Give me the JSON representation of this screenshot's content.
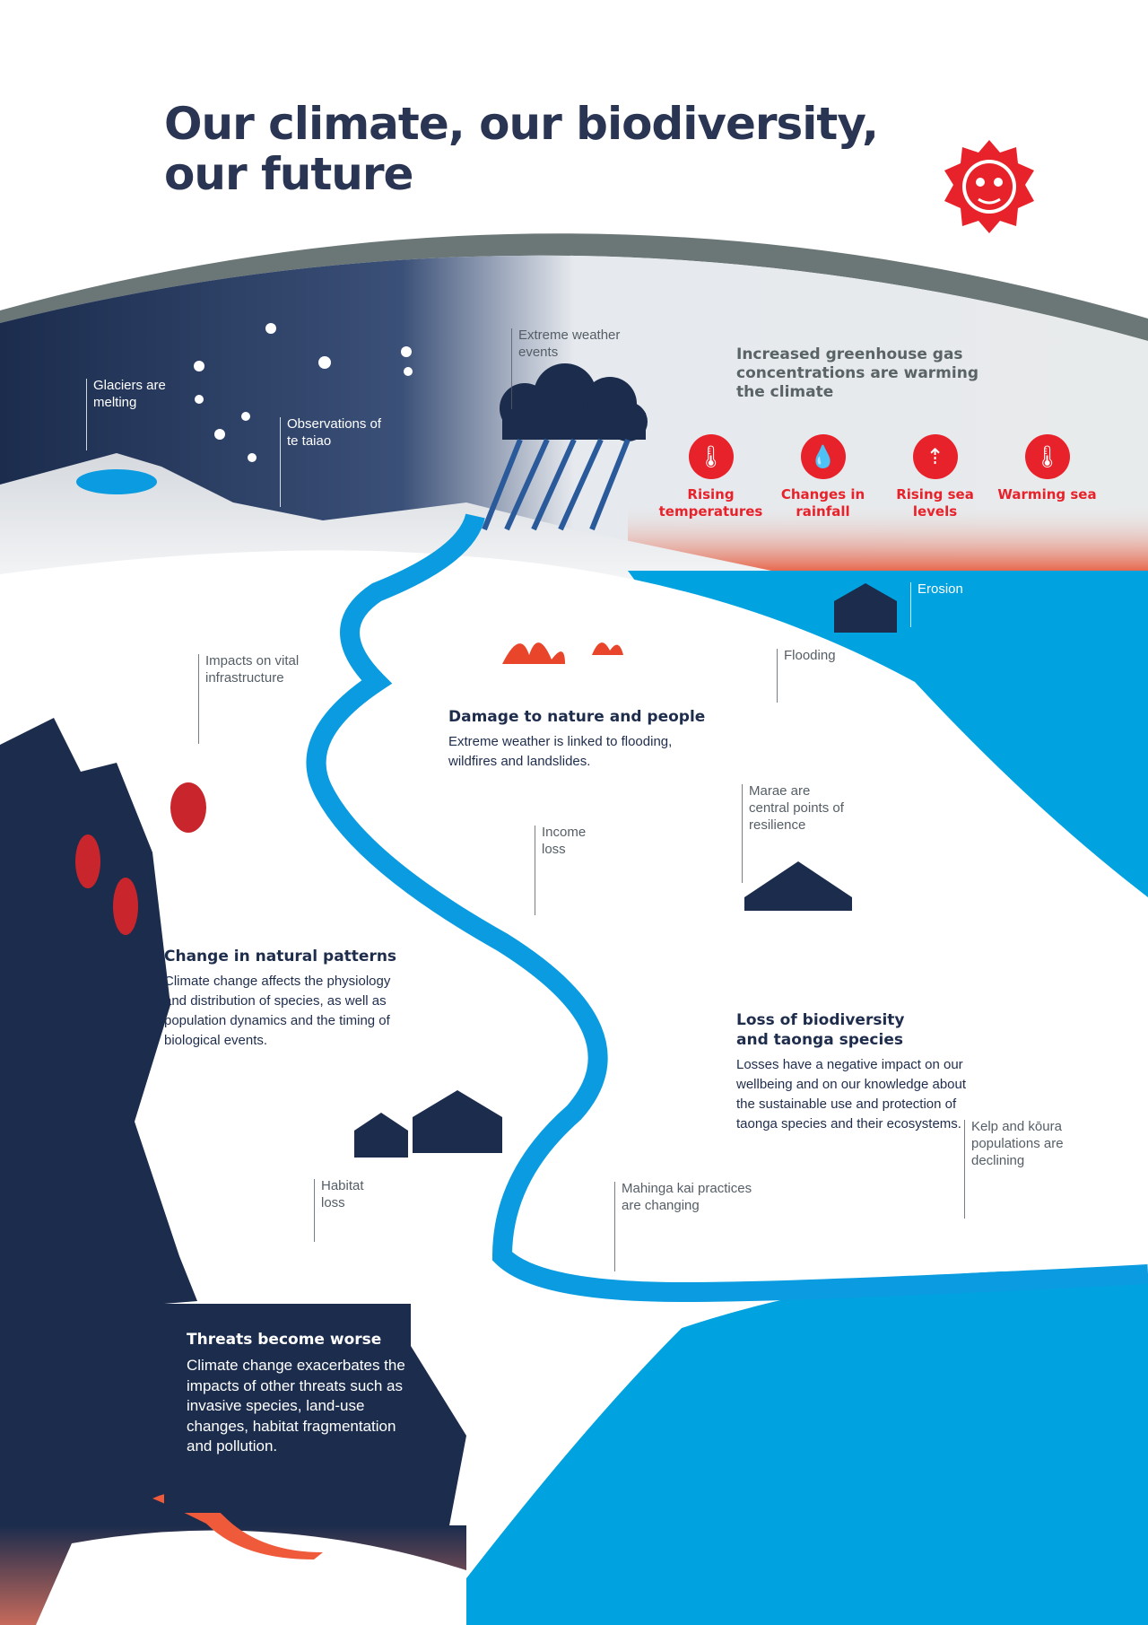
{
  "title": {
    "line1": "Our climate, our biodiversity,",
    "line2": "our future"
  },
  "logo": {
    "icon": "maori-sun-face-icon",
    "color": "#e8222a"
  },
  "colors": {
    "navy": "#1b2c4d",
    "ocean": "#00a3e0",
    "river": "#0a9be0",
    "accent_red": "#e8222a",
    "grey": "#5a6366"
  },
  "callouts": {
    "glaciers": "Glaciers are melting",
    "observations": "Observations of te taiao",
    "extreme_weather": "Extreme weather events",
    "erosion": "Erosion",
    "flooding": "Flooding",
    "infrastructure": "Impacts on vital infrastructure",
    "marae": "Marae are central points of resilience",
    "income": "Income loss",
    "kelp": "Kelp and kōura populations are declining",
    "habitat": "Habitat loss",
    "mahinga": "Mahinga kai practices are changing"
  },
  "greenhouse": {
    "heading": "Increased greenhouse gas concentrations are warming the climate",
    "impacts": [
      {
        "label": "Rising temperatures",
        "icon": "thermometer-up-icon"
      },
      {
        "label": "Changes in rainfall",
        "icon": "raindrops-icon"
      },
      {
        "label": "Rising sea levels",
        "icon": "sea-level-rise-icon"
      },
      {
        "label": "Warming sea",
        "icon": "warming-sea-icon"
      }
    ]
  },
  "sections": {
    "damage": {
      "heading": "Damage to nature and people",
      "body": "Extreme weather is linked to flooding, wildfires and landslides."
    },
    "patterns": {
      "heading": "Change in natural patterns",
      "body": "Climate change affects the physiology and distribution of species, as well as population dynamics and the timing of biological events."
    },
    "biodiversity": {
      "heading": "Loss of biodiversity and taonga species",
      "body": "Losses have a negative impact on our wellbeing and on our knowledge about the sustainable use and protection of taonga species and their ecosystems."
    },
    "threats": {
      "heading": "Threats become worse",
      "body": "Climate change exacerbates the impacts of other threats such as invasive species, land-use changes, habitat fragmentation and pollution."
    }
  }
}
